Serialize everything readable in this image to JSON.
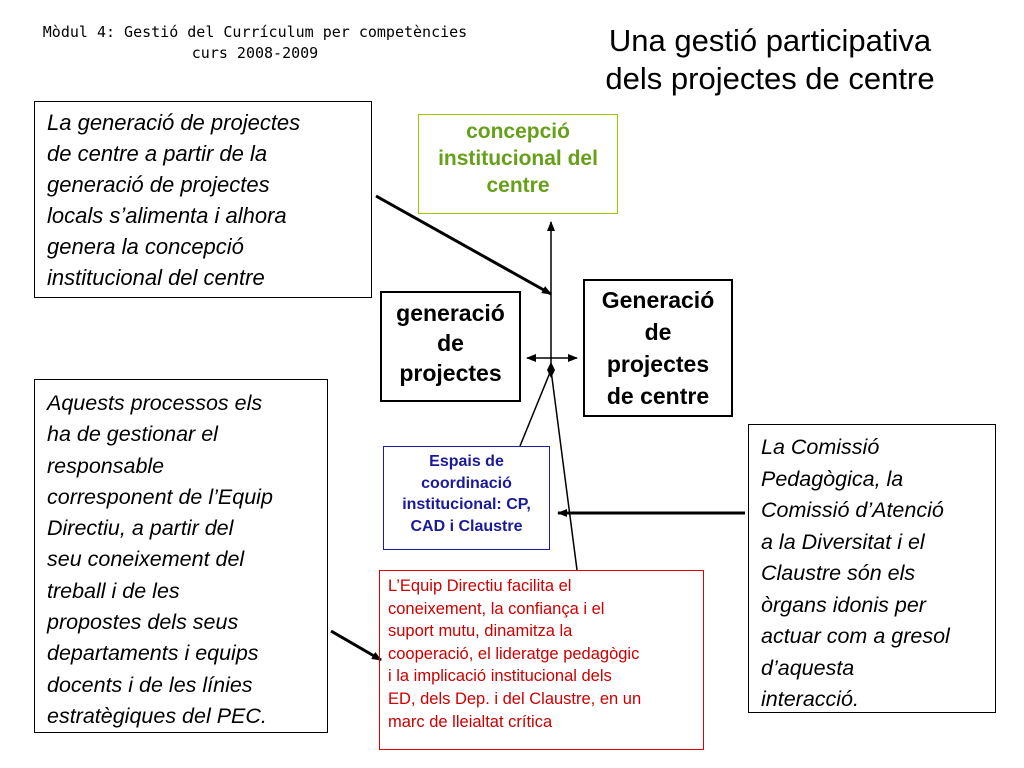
{
  "header": {
    "module_line1": "Mòdul 4: Gestió del Currículum per competències",
    "module_line2": "curs 2008-2009",
    "title_line1": "Una gestió participativa",
    "title_line2": "dels projectes de centre"
  },
  "boxes": {
    "left_top": {
      "lines": [
        "La generació de projectes",
        "de centre a partir de la",
        "generació de projectes",
        "locals s’alimenta i alhora",
        "genera la concepció",
        "institucional del centre"
      ]
    },
    "concepcio": {
      "lines": [
        "concepció",
        "institucional del",
        "centre"
      ],
      "color": "#66a019",
      "border_color": "#99cc00"
    },
    "generacio": {
      "lines": [
        "generació",
        "de",
        "projectes"
      ]
    },
    "gen_centre": {
      "lines": [
        "Generació",
        "de",
        "projectes",
        "de centre"
      ]
    },
    "left_bottom": {
      "lines": [
        "Aquests processos els",
        "ha de gestionar el",
        "responsable",
        "corresponent de l’Equip",
        "Directiu, a partir del",
        "seu coneixement del",
        "treball i de les",
        "propostes dels seus",
        "departaments i equips",
        "docents i de les línies",
        "estratègiques del PEC."
      ]
    },
    "espais": {
      "lines": [
        "Espais de",
        "coordinació",
        "institucional: CP,",
        "CAD i Claustre"
      ],
      "color": "#1a1a99"
    },
    "right": {
      "lines": [
        "La Comissió",
        "Pedagògica, la",
        "Comissió d’Atenció",
        "a la Diversitat i el",
        "Claustre  són els",
        "òrgans idonis per",
        "actuar com a gresol",
        "d’aquesta",
        "interacció."
      ]
    },
    "red": {
      "lines": [
        "L’Equip Directiu facilita el",
        "coneixement, la confiança i el",
        "suport mutu, dinamitza la",
        "cooperació, el lideratge pedagògic",
        "i la implicació institucional dels",
        "ED, dels Dep. i del Claustre, en un",
        "marc de lleialtat crítica"
      ],
      "color": "#cc0000"
    }
  }
}
